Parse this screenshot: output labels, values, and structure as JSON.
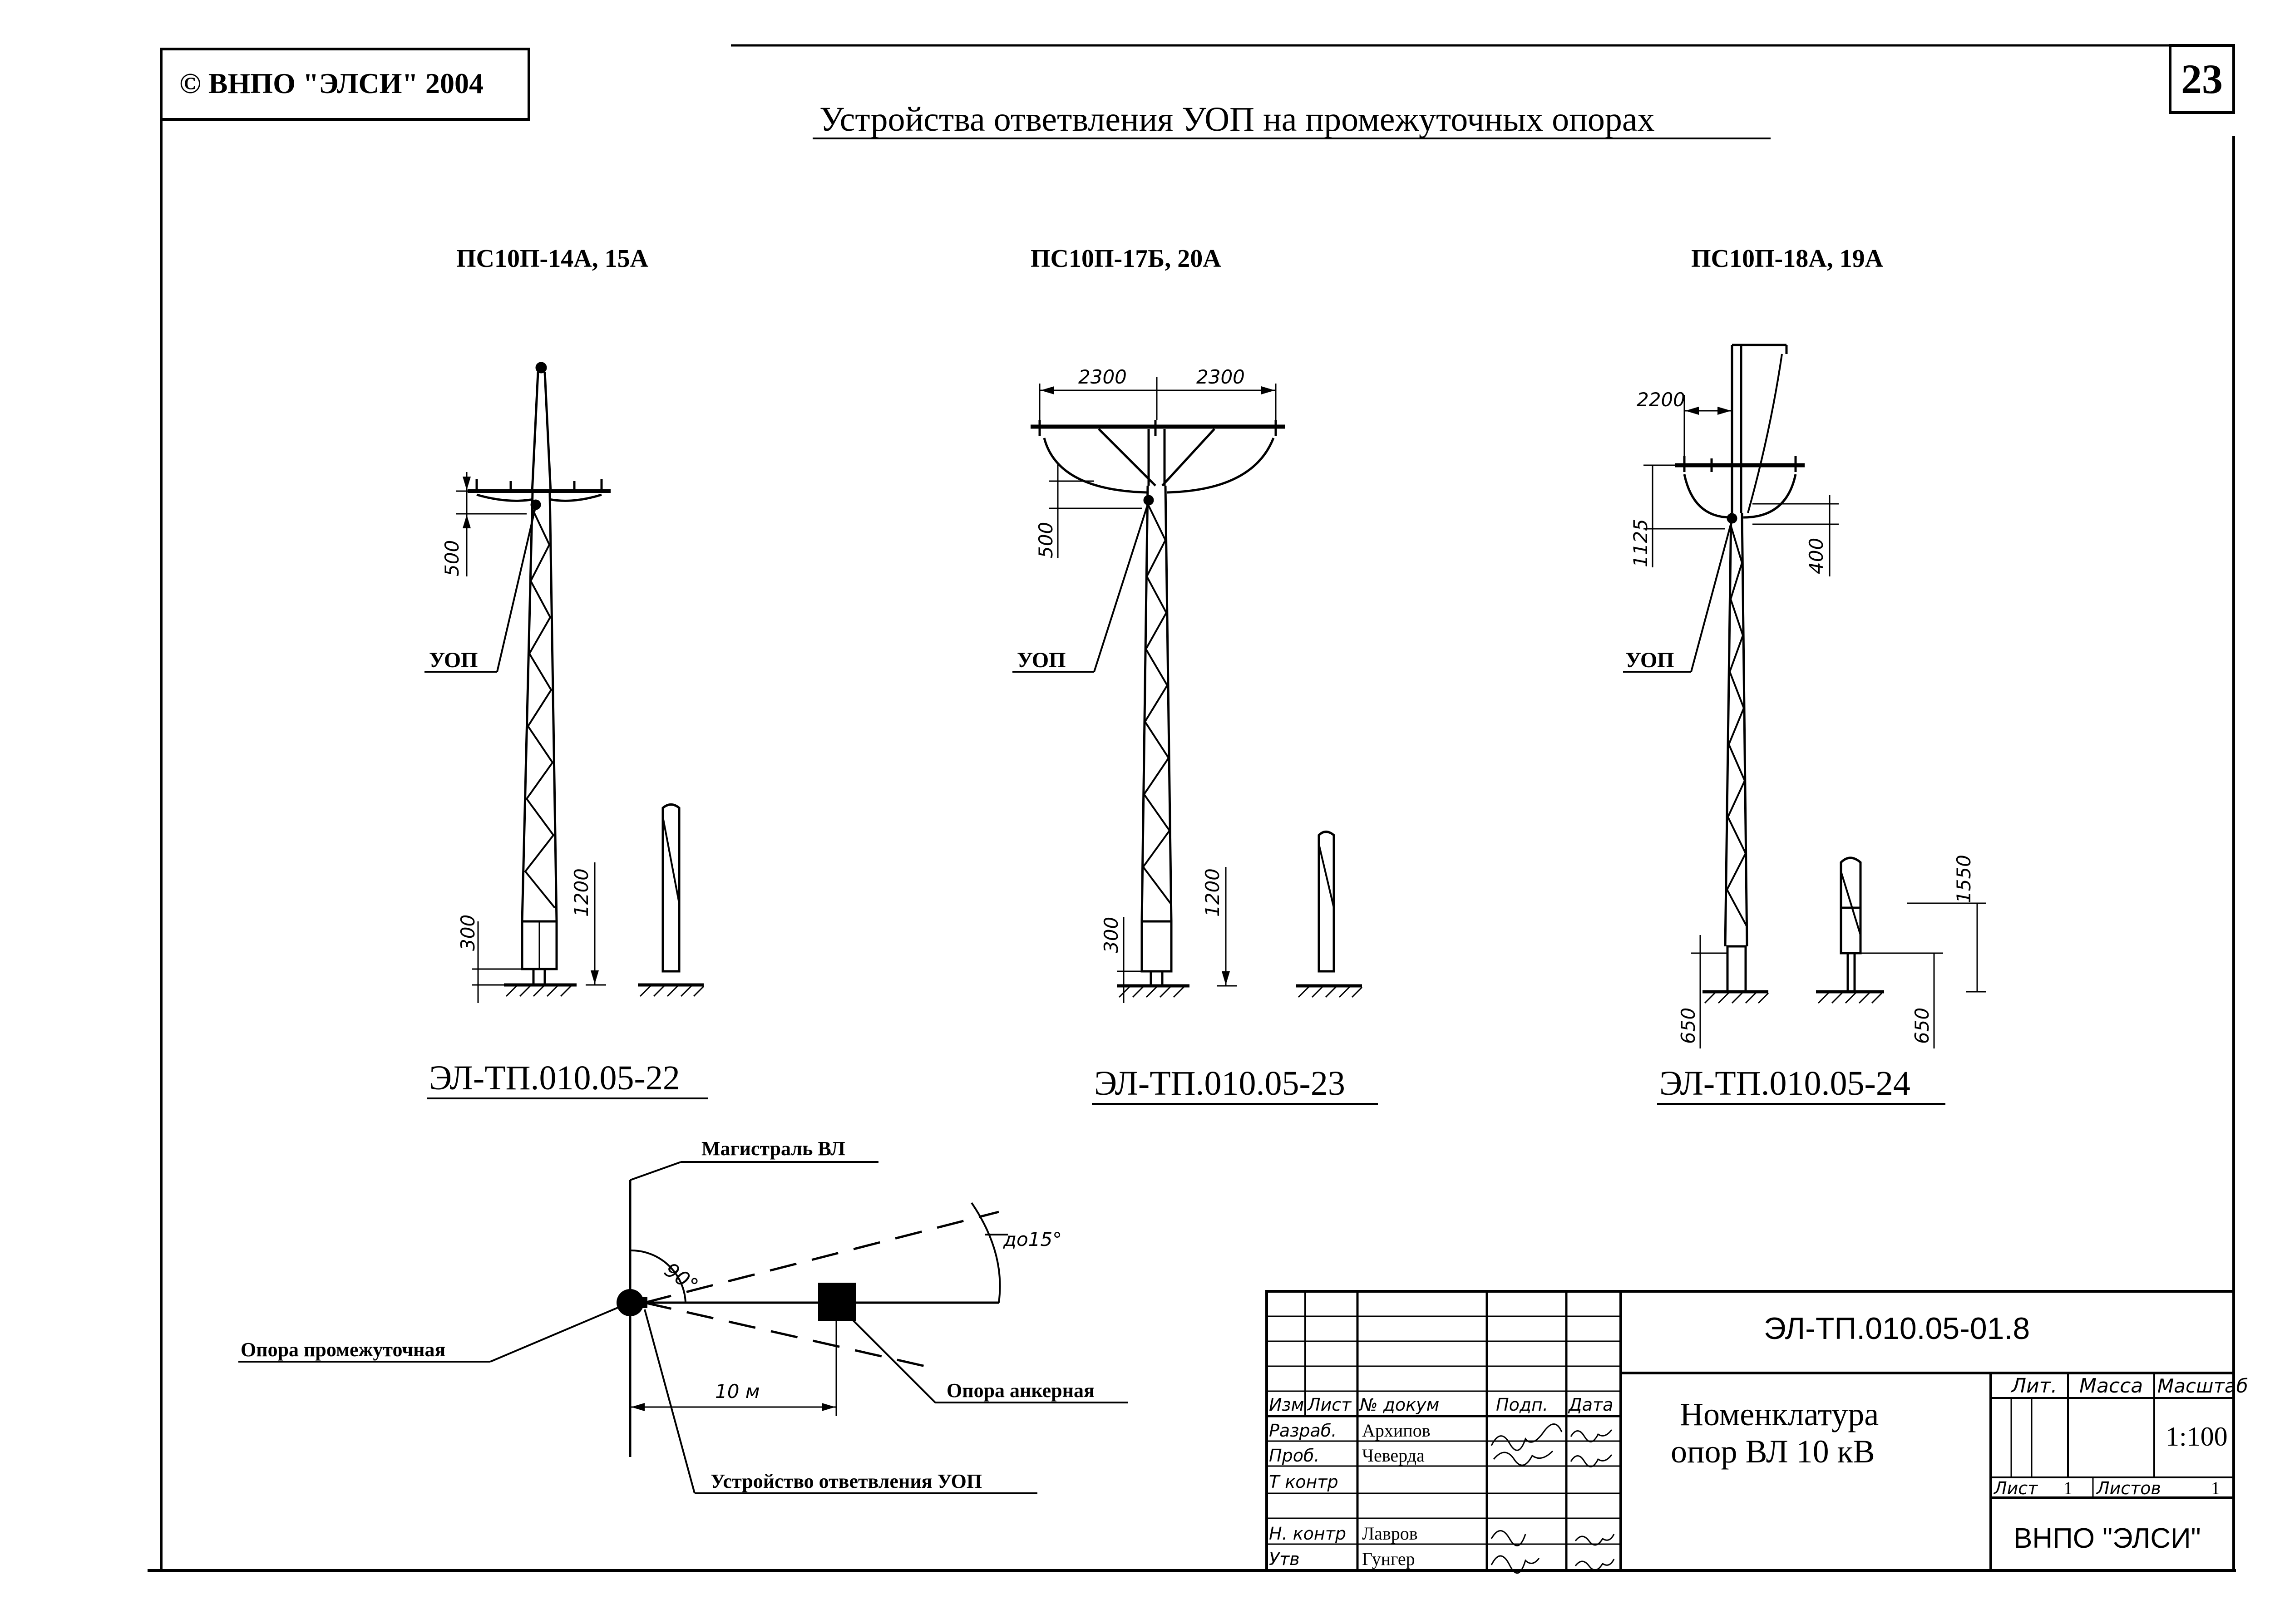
{
  "header": {
    "copyright": "© ВНПО \"ЭЛСИ\" 2004",
    "sheet_number": "23",
    "title": "Устройства ответвления УОП на промежуточных опорах"
  },
  "poles": [
    {
      "name": "ПС10П-14А, 15А",
      "code": "ЭЛ-ТП.010.05-22",
      "uop": "УОП",
      "dims": [
        "500",
        "1200",
        "300"
      ]
    },
    {
      "name": "ПС10П-17Б, 20А",
      "code": "ЭЛ-ТП.010.05-23",
      "uop": "УОП",
      "dims": [
        "2300",
        "2300",
        "500",
        "1200",
        "300"
      ]
    },
    {
      "name": "ПС10П-18А, 19А",
      "code": "ЭЛ-ТП.010.05-24",
      "uop": "УОП",
      "dims": [
        "2200",
        "1125",
        "400",
        "1550",
        "650",
        "650"
      ]
    }
  ],
  "scheme": {
    "main_line": "Магистраль ВЛ",
    "angle": "90°",
    "deviation": "до15°",
    "distance": "10 м",
    "intermediate_pole": "Опора промежуточная",
    "anchor_pole": "Опора анкерная",
    "branch_device": "Устройство ответвления УОП"
  },
  "stamp": {
    "document_code": "ЭЛ-ТП.010.05-01.8",
    "title_line1": "Номенклатура",
    "title_line2": "опор ВЛ 10 кВ",
    "col_headers": [
      "Изм",
      "Лист",
      "№ докум",
      "Подп.",
      "Дата"
    ],
    "rows": [
      {
        "role": "Разраб.",
        "name": "Архипов"
      },
      {
        "role": "Проб.",
        "name": "Чеверда"
      },
      {
        "role": "Т контр",
        "name": ""
      },
      {
        "role": "Н. контр",
        "name": "Лавров"
      },
      {
        "role": "Утв",
        "name": "Гунгер"
      }
    ],
    "lit_label": "Лит.",
    "mass_label": "Масса",
    "scale_label": "Масштаб",
    "scale_value": "1:100",
    "sheet_label": "Лист",
    "sheet_value": "1",
    "sheets_label": "Листов",
    "sheets_value": "1",
    "organization": "ВНПО \"ЭЛСИ\""
  }
}
